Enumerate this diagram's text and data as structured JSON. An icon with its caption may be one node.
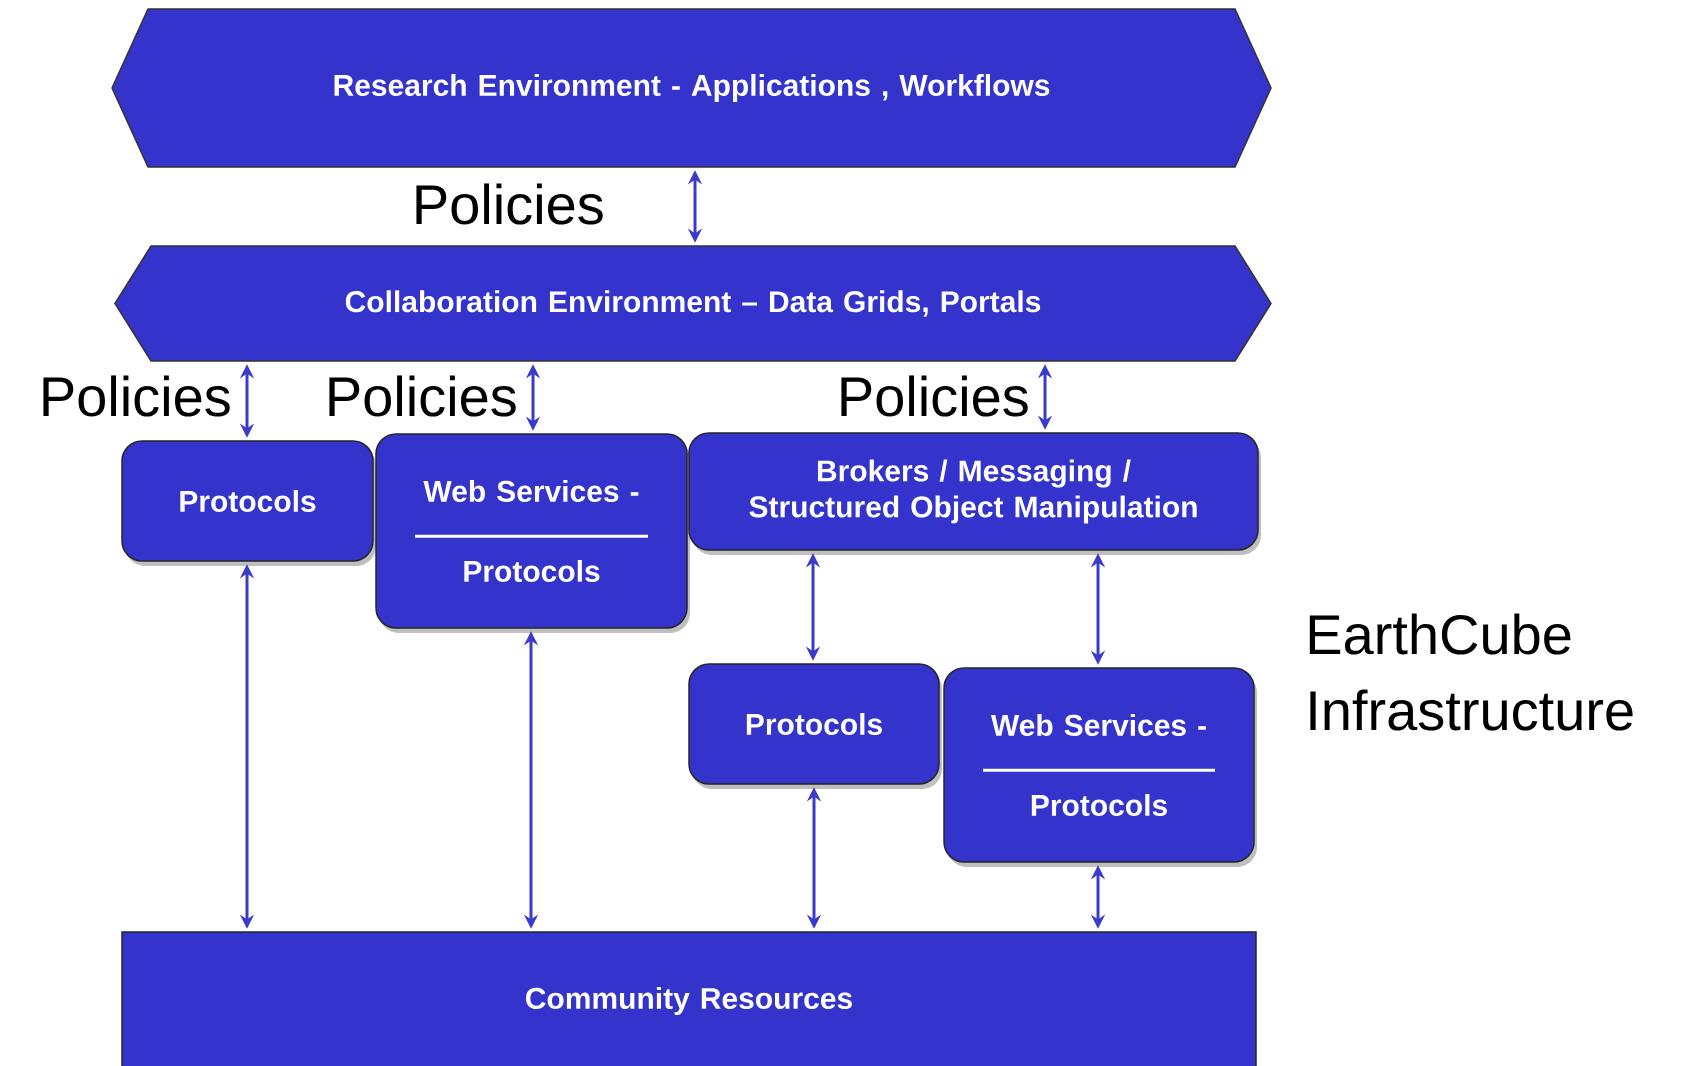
{
  "diagram": {
    "nodes": [
      {
        "text": [
          "Research Environment - Applications , Workflows"
        ]
      },
      {
        "text": [
          "Collaboration Environment – Data Grids, Portals"
        ]
      },
      {
        "text": [
          "Protocols"
        ]
      },
      {
        "text": [
          "Web Services -",
          "Protocols"
        ]
      },
      {
        "text": [
          "Brokers / Messaging / Structured Object Manipulation"
        ]
      },
      {
        "text": [
          "Protocols"
        ]
      },
      {
        "text": [
          "Web Services -",
          "Protocols"
        ]
      },
      {
        "text": [
          "Community Resources"
        ]
      }
    ],
    "edges": [
      {
        "from": 0,
        "to": 1,
        "arrow": "both"
      },
      {
        "from": 1,
        "to": 2,
        "arrow": "both"
      },
      {
        "from": 1,
        "to": 3,
        "arrow": "both"
      },
      {
        "from": 1,
        "to": 4,
        "arrow": "both"
      },
      {
        "from": 2,
        "to": 7,
        "arrow": "both"
      },
      {
        "from": 3,
        "to": 7,
        "arrow": "both"
      },
      {
        "from": 4,
        "to": 5,
        "arrow": "both"
      },
      {
        "from": 4,
        "to": 6,
        "arrow": "both"
      },
      {
        "from": 5,
        "to": 7,
        "arrow": "both"
      },
      {
        "from": 6,
        "to": 7,
        "arrow": "both"
      }
    ],
    "labels": [
      "Policies",
      "Policies",
      "Policies",
      "Policies",
      "EarthCube Infrastructure"
    ]
  }
}
